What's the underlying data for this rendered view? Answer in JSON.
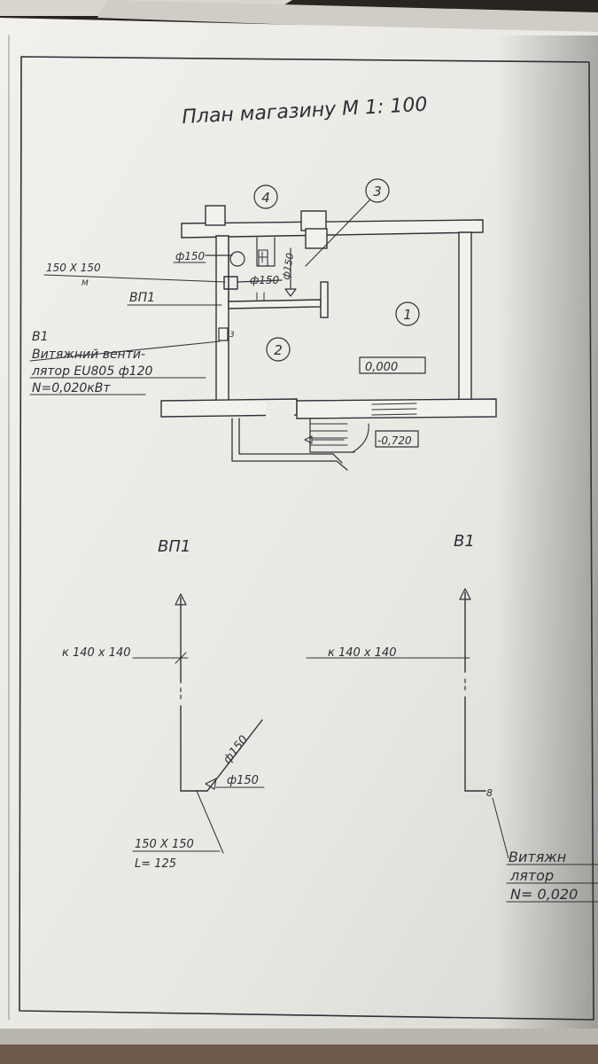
{
  "sheet": {
    "title": "План магазину  М 1: 100"
  },
  "plan": {
    "room_markers": [
      "4",
      "3",
      "1",
      "2"
    ],
    "labels": {
      "duct_top": "ф150",
      "duct_vertical": "ф150",
      "duct_inline": "ф150",
      "grille_size": "150 X 150",
      "grille_m": "М",
      "vp1": "ВП1",
      "level_main": "0,000",
      "level_entrance": "-0,720",
      "fan_tag": "В1",
      "fan_mark": "3"
    },
    "fan_note": {
      "line1": "В1",
      "line2": "Витяжний венти-",
      "line3": "лятор EU805 ф120",
      "line4": "N=0,020кВт"
    }
  },
  "schemes": {
    "vp1": {
      "title": "ВП1",
      "riser_label": "к 140 х 140",
      "branch_label_1": "ф150",
      "branch_label_2": "ф150",
      "grille_label": "150 X 150",
      "length_label": "L= 125"
    },
    "b1": {
      "title": "В1",
      "riser_label": "к 140 х 140",
      "fan_node": "8",
      "note_line1": "Витяжн",
      "note_line2": "лятор",
      "note_line3": "N= 0,020"
    }
  },
  "colors": {
    "paper": "#ecebe6",
    "ink": "#2e3138",
    "background": "#2a2420"
  }
}
